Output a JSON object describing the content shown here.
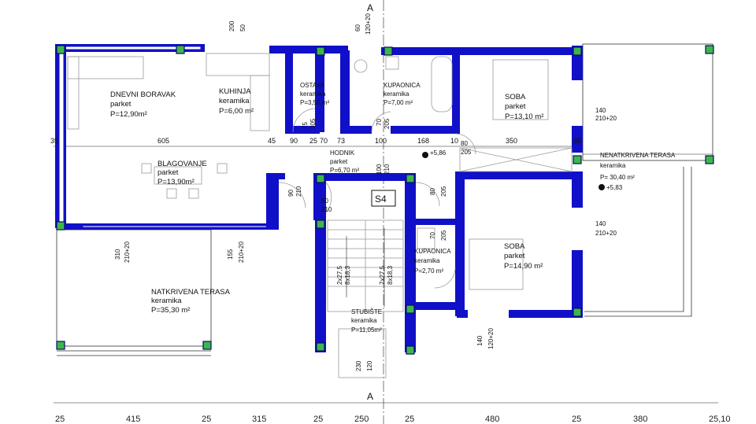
{
  "rooms": [
    {
      "name": "DNEVNI BORAVAK",
      "floor": "parket",
      "area": "P=12,90m²"
    },
    {
      "name": "KUHINJA",
      "floor": "keramika",
      "area": "P=6,00 m²"
    },
    {
      "name": "OSTAVA",
      "floor": "keramika",
      "area": "P=3,50 m²"
    },
    {
      "name": "KUPAONICA",
      "floor": "keramika",
      "area": "P=7,00 m²"
    },
    {
      "name": "SOBA",
      "floor": "parket",
      "area": "P=13,10 m²"
    },
    {
      "name": "BLAGOVANJE",
      "floor": "parket",
      "area": "P=13,90m²"
    },
    {
      "name": "HODNIK",
      "floor": "parket",
      "area": "P=6,70 m²"
    },
    {
      "name": "NENATKRIVENA TERASA",
      "floor": "keramika",
      "area": "P= 30,40 m²"
    },
    {
      "name": "KUPAONICA",
      "floor": "keramika",
      "area": "P=2,70 m²"
    },
    {
      "name": "SOBA",
      "floor": "parket",
      "area": "P=14,90 m²"
    },
    {
      "name": "NATKRIVENA TERASA",
      "floor": "keramika",
      "area": "P=35,30 m²"
    },
    {
      "name": "STUBIŠTE",
      "floor": "keramika",
      "area": "P=11,05m²"
    }
  ],
  "labels": {
    "stair_tag": "S4",
    "section_top": "A",
    "section_bottom": "A",
    "level_1": "+5,86",
    "level_2": "+5,83",
    "stair_left_1": "2x27,5",
    "stair_left_2": "8x18,3",
    "stair_right_1": "7x27,5",
    "stair_right_2": "8x18,3"
  },
  "dims": {
    "top_window_1": [
      "200",
      "50"
    ],
    "top_window_2": [
      "60",
      "120+20"
    ],
    "mid_row": [
      "605",
      "45",
      "90",
      "25",
      "70",
      "73",
      "100",
      "168",
      "10",
      "350",
      "35",
      "35"
    ],
    "soba_door": [
      "80",
      "205"
    ],
    "ostava_door": [
      "75",
      "205"
    ],
    "kup_door": [
      "70",
      "205"
    ],
    "hodnik_door": [
      "100",
      "210"
    ],
    "blag_door": [
      "90",
      "210"
    ],
    "hodnik_door2": [
      "90",
      "210"
    ],
    "kup2_door": [
      "80",
      "205"
    ],
    "kup2_door2": [
      "70",
      "205"
    ],
    "right_win_1": [
      "140",
      "210+20"
    ],
    "right_win_2": [
      "140",
      "210+20"
    ],
    "terasa_left": [
      "310",
      "210+20"
    ],
    "terasa_mid": [
      "155",
      "210+20"
    ],
    "soba2_win": [
      "140",
      "120+20"
    ],
    "stub_win": [
      "230",
      "120"
    ],
    "bottom": [
      "25",
      "415",
      "25",
      "315",
      "25",
      "250",
      "25",
      "480",
      "25",
      "380",
      "25,10"
    ]
  }
}
